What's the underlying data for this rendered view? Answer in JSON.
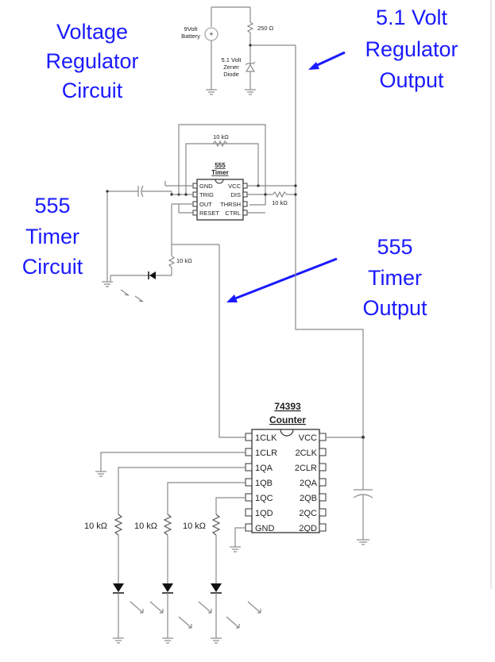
{
  "annotations": {
    "voltage_regulator": [
      "Voltage",
      "Regulator",
      "Circuit"
    ],
    "regulator_output": [
      "5.1 Volt",
      "Regulator",
      "Output"
    ],
    "timer_circuit": [
      "555",
      "Timer",
      "Circuit"
    ],
    "timer_output": [
      "555",
      "Timer",
      "Output"
    ]
  },
  "regulator": {
    "battery_label": [
      "9Volt",
      "Battery"
    ],
    "resistor_label": "250 Ω",
    "zener_label": [
      "5.1 Volt",
      "Zener",
      "Diode"
    ]
  },
  "timer": {
    "title": "555",
    "subtitle": "Timer",
    "pins_left": [
      "GND",
      "TRIG",
      "OUT",
      "RESET"
    ],
    "pins_right": [
      "VCC",
      "DIS",
      "THRSH",
      "CTRL"
    ],
    "feedback_resistor": "10 kΩ",
    "dis_resistor": "10 kΩ",
    "output_resistor": "10 kΩ"
  },
  "counter": {
    "title": "74393",
    "subtitle": "Counter",
    "pins_left": [
      "1CLK",
      "1CLR",
      "1QA",
      "1QB",
      "1QC",
      "1QD",
      "GND"
    ],
    "pins_right": [
      "VCC",
      "2CLK",
      "2CLR",
      "2QA",
      "2QB",
      "2QC",
      "2QD"
    ]
  },
  "led_resistors": [
    "10 kΩ",
    "10 kΩ",
    "10 kΩ"
  ],
  "colors": {
    "annotation": "#1a1aff",
    "wire": "#8a8a8a",
    "chip": "#333333"
  }
}
